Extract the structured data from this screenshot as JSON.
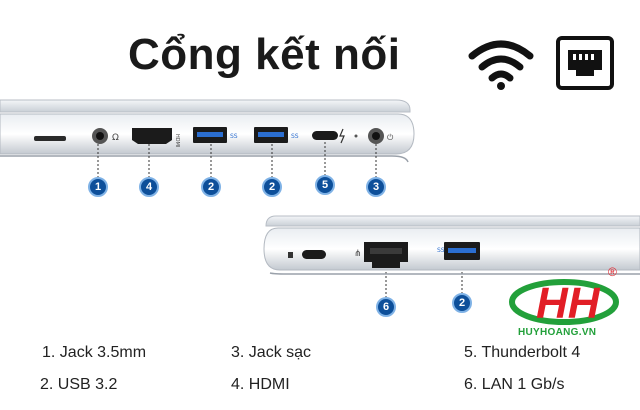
{
  "title": "Cổng kết nối",
  "icons": {
    "wifi": "wifi-icon",
    "lan": "ethernet-port-icon"
  },
  "callouts": {
    "top": [
      "1",
      "4",
      "2",
      "2",
      "5",
      "3"
    ],
    "bottom": [
      "6",
      "2"
    ]
  },
  "legend": [
    "1. Jack 3.5mm",
    "2.  USB 3.2",
    "3. Jack sạc",
    "4. HDMI",
    "5. Thunderbolt 4",
    "6. LAN 1 Gb/s"
  ],
  "logo": {
    "mark": "HH",
    "registered": "®",
    "site": "HUYHOANG.VN"
  },
  "colors": {
    "callout": "#0d4f9a",
    "logo_red": "#e21e26",
    "logo_green": "#22a03a"
  }
}
